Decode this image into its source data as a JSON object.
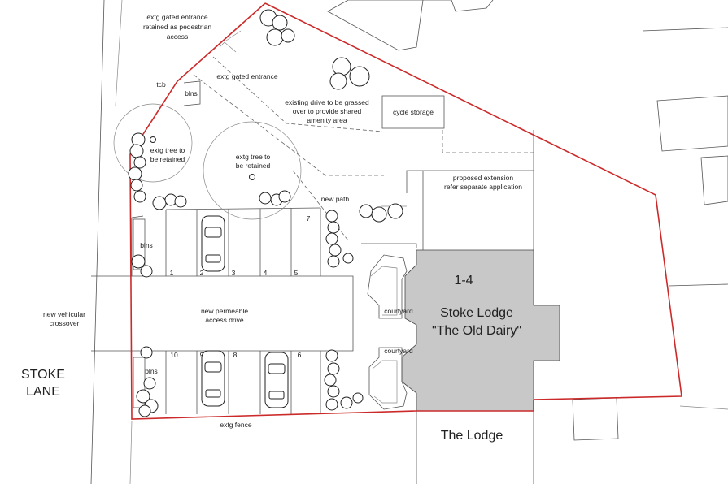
{
  "colors": {
    "boundary": "#cc2a2a",
    "building_fill": "#c8c8c8",
    "linework": "#555555"
  },
  "labels": {
    "gated_pedestrian": [
      "extg gated entrance",
      "retained as pedestrian",
      "access"
    ],
    "gated_entrance": "extg gated entrance",
    "tcb": "tcb",
    "blns_top": "blns",
    "drive_grassed": [
      "existing drive to be grassed",
      "over to provide shared",
      "amenity area"
    ],
    "cycle_storage": "cycle storage",
    "tree_left": [
      "extg tree to",
      "be retained"
    ],
    "tree_center": [
      "extg tree to",
      "be retained"
    ],
    "proposed_extension": [
      "proposed extension",
      "refer separate application"
    ],
    "new_path": "new path",
    "blns_left": "blns",
    "blns_bottom": "blns",
    "new_crossover": [
      "new vehicular",
      "crossover"
    ],
    "access_drive": [
      "new permeable",
      "access drive"
    ],
    "courtyard_1": "courtyard",
    "courtyard_2": "courtyard",
    "units": "1-4",
    "building_name": "Stoke Lodge",
    "building_alias": "\"The Old Dairy\"",
    "road": [
      "STOKE",
      "LANE"
    ],
    "extg_fence": "extg fence",
    "the_lodge": "The Lodge"
  },
  "parking": {
    "top_row": [
      "1",
      "2",
      "3",
      "4",
      "5",
      "7"
    ],
    "bottom_row": [
      "10",
      "9",
      "8",
      "6"
    ]
  }
}
